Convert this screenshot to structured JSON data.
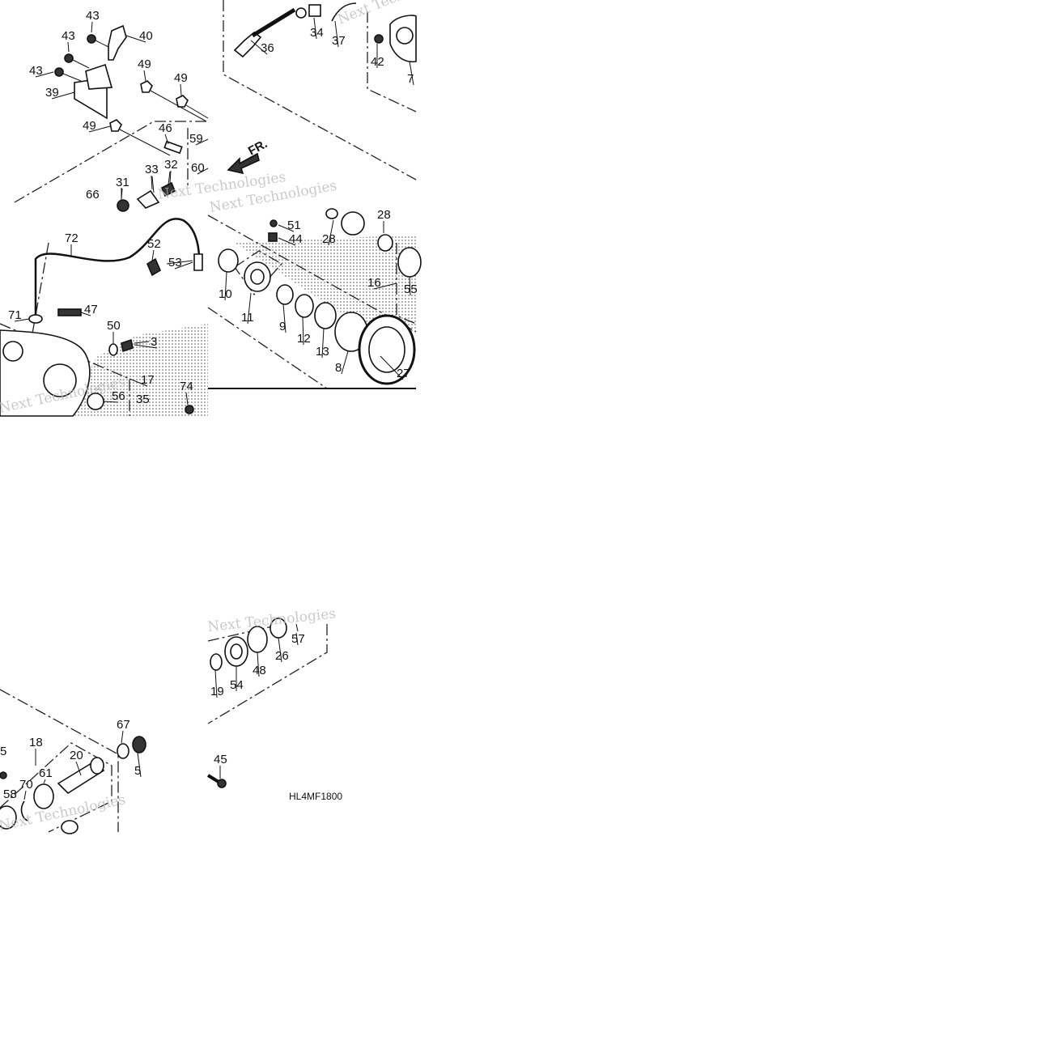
{
  "diagram": {
    "code": "HL4MF1800",
    "front_indicator": "FR.",
    "watermark": "Next Technologies",
    "tiles": {
      "a": [
        {
          "id": "l43a",
          "text": "43"
        },
        {
          "id": "l43b",
          "text": "43"
        },
        {
          "id": "l40",
          "text": "40"
        },
        {
          "id": "l43c",
          "text": "43"
        },
        {
          "id": "l49a",
          "text": "49"
        },
        {
          "id": "l49b",
          "text": "49"
        },
        {
          "id": "l39",
          "text": "39"
        },
        {
          "id": "l49c",
          "text": "49"
        },
        {
          "id": "l46",
          "text": "46"
        },
        {
          "id": "l59",
          "text": "59"
        },
        {
          "id": "l60",
          "text": "60"
        },
        {
          "id": "l33",
          "text": "33"
        },
        {
          "id": "l32",
          "text": "32"
        },
        {
          "id": "l31",
          "text": "31"
        },
        {
          "id": "l66",
          "text": "66"
        }
      ],
      "b": [
        {
          "id": "l36",
          "text": "36"
        },
        {
          "id": "l34",
          "text": "34"
        },
        {
          "id": "l37",
          "text": "37"
        },
        {
          "id": "l42",
          "text": "42"
        },
        {
          "id": "l7",
          "text": "7"
        }
      ],
      "c": [
        {
          "id": "l72",
          "text": "72"
        },
        {
          "id": "l52",
          "text": "52"
        },
        {
          "id": "l53",
          "text": "53"
        },
        {
          "id": "l71",
          "text": "71"
        },
        {
          "id": "l47",
          "text": "47"
        },
        {
          "id": "l50",
          "text": "50"
        },
        {
          "id": "l3",
          "text": "3"
        },
        {
          "id": "l17",
          "text": "17"
        },
        {
          "id": "l74",
          "text": "74"
        },
        {
          "id": "l56",
          "text": "56"
        },
        {
          "id": "l35",
          "text": "35"
        }
      ],
      "d": [
        {
          "id": "l51",
          "text": "51"
        },
        {
          "id": "l44",
          "text": "44"
        },
        {
          "id": "l28a",
          "text": "28"
        },
        {
          "id": "l28b",
          "text": "28"
        },
        {
          "id": "l16",
          "text": "16"
        },
        {
          "id": "l55",
          "text": "55"
        },
        {
          "id": "l10",
          "text": "10"
        },
        {
          "id": "l11",
          "text": "11"
        },
        {
          "id": "l9",
          "text": "9"
        },
        {
          "id": "l12",
          "text": "12"
        },
        {
          "id": "l13",
          "text": "13"
        },
        {
          "id": "l8",
          "text": "8"
        },
        {
          "id": "l27",
          "text": "27"
        }
      ],
      "e": [
        {
          "id": "l5a",
          "text": "5"
        },
        {
          "id": "l18",
          "text": "18"
        },
        {
          "id": "l20",
          "text": "20"
        },
        {
          "id": "l67",
          "text": "67"
        },
        {
          "id": "l5b",
          "text": "5"
        },
        {
          "id": "l70",
          "text": "70"
        },
        {
          "id": "l61",
          "text": "61"
        },
        {
          "id": "l58",
          "text": "58"
        }
      ],
      "f": [
        {
          "id": "l57",
          "text": "57"
        },
        {
          "id": "l26",
          "text": "26"
        },
        {
          "id": "l48",
          "text": "48"
        },
        {
          "id": "l54",
          "text": "54"
        },
        {
          "id": "l19",
          "text": "19"
        },
        {
          "id": "l45",
          "text": "45"
        }
      ]
    }
  }
}
